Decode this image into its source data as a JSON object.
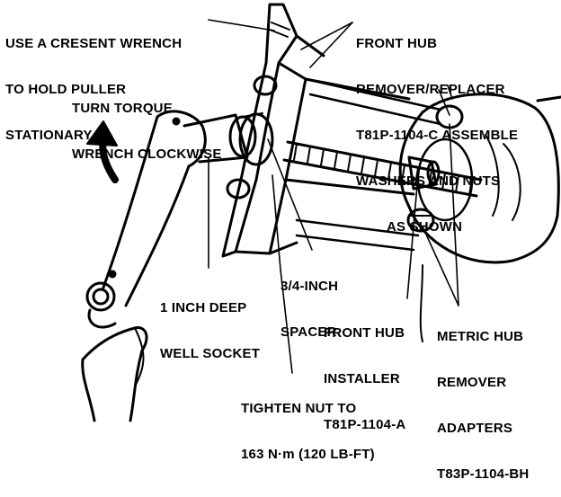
{
  "labels": {
    "crescent_wrench": [
      "USE A CRESENT WRENCH",
      "TO HOLD PULLER",
      "STATIONARY"
    ],
    "turn_torque": [
      "TURN TORQUE",
      "WRENCH CLOCKWISE"
    ],
    "front_hub_remover": [
      "FRONT HUB",
      "REMOVER/REPLACER",
      "T81P-1104-C ASSEMBLE",
      "WASHERS AND NUTS",
      "AS SHOWN"
    ],
    "spacer": [
      "3/4-INCH",
      "SPACER"
    ],
    "deep_well_socket": [
      "1 INCH DEEP",
      "WELL SOCKET"
    ],
    "front_hub_installer": [
      "FRONT HUB",
      "INSTALLER",
      "T81P-1104-A"
    ],
    "metric_adapters": [
      "METRIC HUB",
      "REMOVER",
      "ADAPTERS",
      "T83P-1104-BH"
    ],
    "tighten_nut": [
      "TIGHTEN NUT TO",
      "163 N·m (120 LB-FT)"
    ]
  }
}
